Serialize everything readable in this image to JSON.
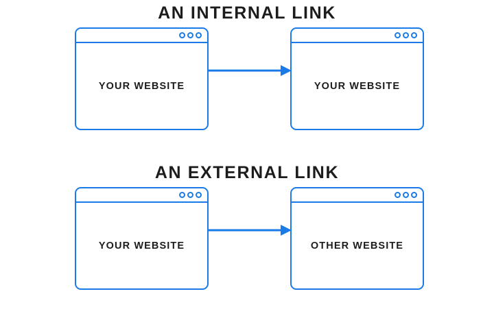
{
  "theme": {
    "accent_color": "#1a7ae8",
    "text_color": "#1c1c1c",
    "background_color": "#ffffff"
  },
  "sections": [
    {
      "id": "internal-link",
      "title": "AN INTERNAL LINK",
      "source_window": {
        "label": "YOUR WEBSITE",
        "dots": [
          "dot-1",
          "dot-2",
          "dot-3"
        ]
      },
      "target_window": {
        "label": "YOUR WEBSITE",
        "dots": [
          "dot-1",
          "dot-2",
          "dot-3"
        ]
      },
      "connector": {
        "icon": "arrow-right-icon",
        "direction": "right"
      }
    },
    {
      "id": "external-link",
      "title": "AN EXTERNAL LINK",
      "source_window": {
        "label": "YOUR WEBSITE",
        "dots": [
          "dot-1",
          "dot-2",
          "dot-3"
        ]
      },
      "target_window": {
        "label": "OTHER WEBSITE",
        "dots": [
          "dot-1",
          "dot-2",
          "dot-3"
        ]
      },
      "connector": {
        "icon": "arrow-right-icon",
        "direction": "right"
      }
    }
  ]
}
